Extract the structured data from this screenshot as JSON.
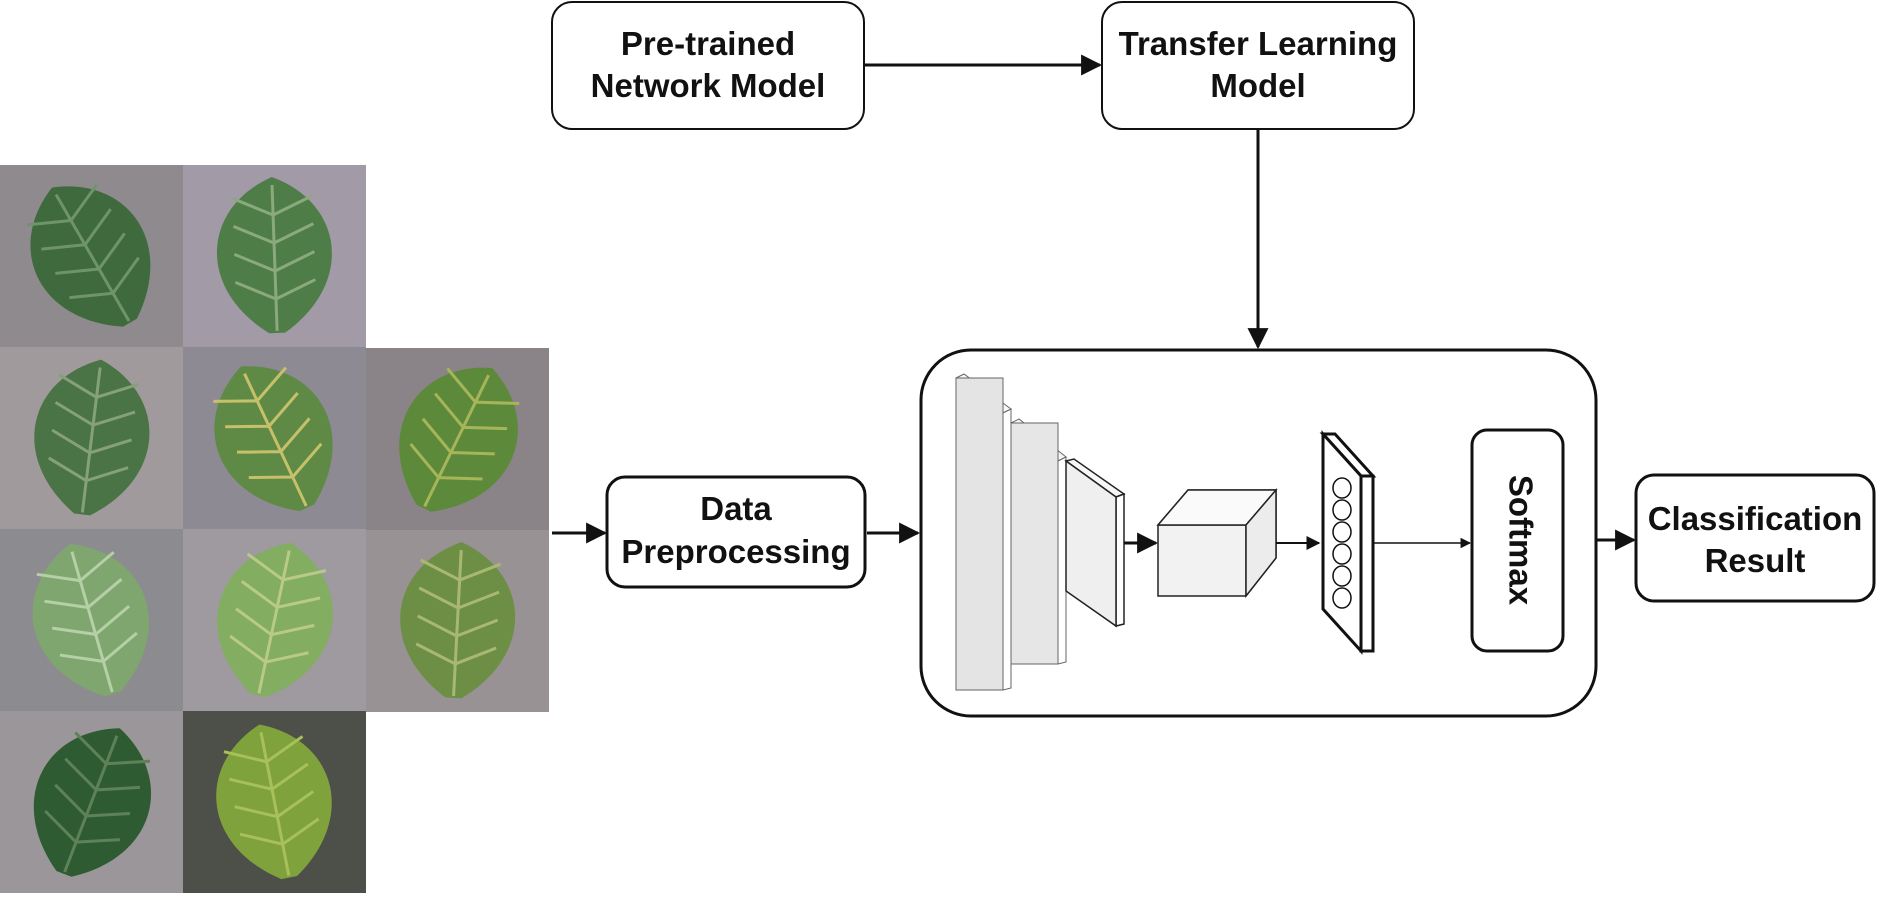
{
  "nodes": {
    "pretrained": {
      "line1": "Pre-trained",
      "line2": "Network Model"
    },
    "transfer": {
      "line1": "Transfer Learning",
      "line2": "Model"
    },
    "preprocessing": {
      "line1": "Data",
      "line2": "Preprocessing"
    },
    "softmax": {
      "label": "Softmax"
    },
    "result": {
      "line1": "Classification",
      "line2": "Result"
    }
  },
  "leaf_grid": {
    "columns": [
      {
        "leaves": 4
      },
      {
        "leaves": 4
      },
      {
        "leaves": 2
      }
    ],
    "tiles": [
      {
        "bg": "#8f8a8e",
        "leaf": "#3f6a3d",
        "vein": "#6f9469"
      },
      {
        "bg": "#a09a9c",
        "leaf": "#4a7346",
        "vein": "#86a07a"
      },
      {
        "bg": "#8c8c90",
        "leaf": "#7fa66f",
        "vein": "#b5cfa6"
      },
      {
        "bg": "#9b969a",
        "leaf": "#2f5b33",
        "vein": "#5e8158"
      },
      {
        "bg": "#a29aa6",
        "leaf": "#4f7d48",
        "vein": "#8aaa7d"
      },
      {
        "bg": "#8d8a94",
        "leaf": "#5f8a45",
        "vein": "#c6c06a"
      },
      {
        "bg": "#9e9aa0",
        "leaf": "#83ad60",
        "vein": "#b9c98a"
      },
      {
        "bg": "#4d5048",
        "leaf": "#7fa23c",
        "vein": "#a7c05a"
      },
      {
        "bg": "#8a8488",
        "leaf": "#5c8a3a",
        "vein": "#a6b45a"
      },
      {
        "bg": "#989295",
        "leaf": "#6d8f45",
        "vein": "#a9b870"
      }
    ]
  },
  "colors": {
    "stroke": "#111111",
    "layer_fill": "#e6e6e6",
    "layer_side": "#f7f7f7",
    "cube_fill": "#f2f2f2"
  }
}
